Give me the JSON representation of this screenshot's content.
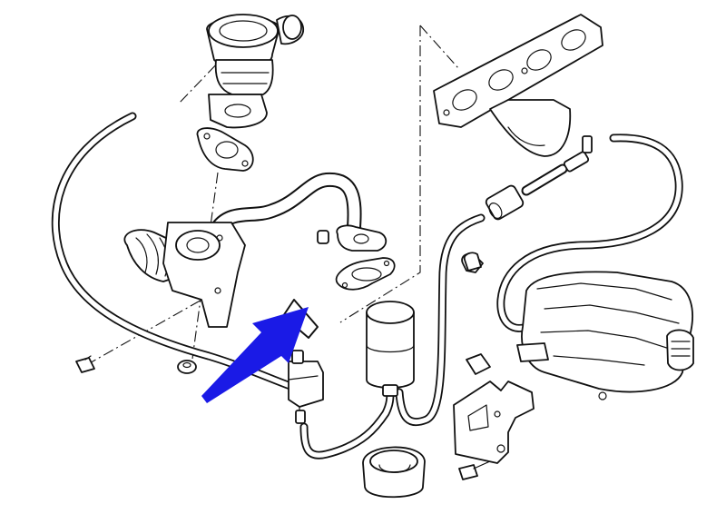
{
  "diagram": {
    "background": "#ffffff",
    "line_color": "#111111",
    "arrow_color": "#1a1ae6",
    "arrow_target": "egr-gasket",
    "parts": [
      "egr-valve",
      "egr-gasket-upper",
      "egr-pipe",
      "egr-gasket",
      "exhaust-manifold",
      "charcoal-canister",
      "intake-manifold",
      "solenoid-valve",
      "mounting-bracket",
      "hose-clamp",
      "mounting-bolt",
      "nut"
    ]
  }
}
